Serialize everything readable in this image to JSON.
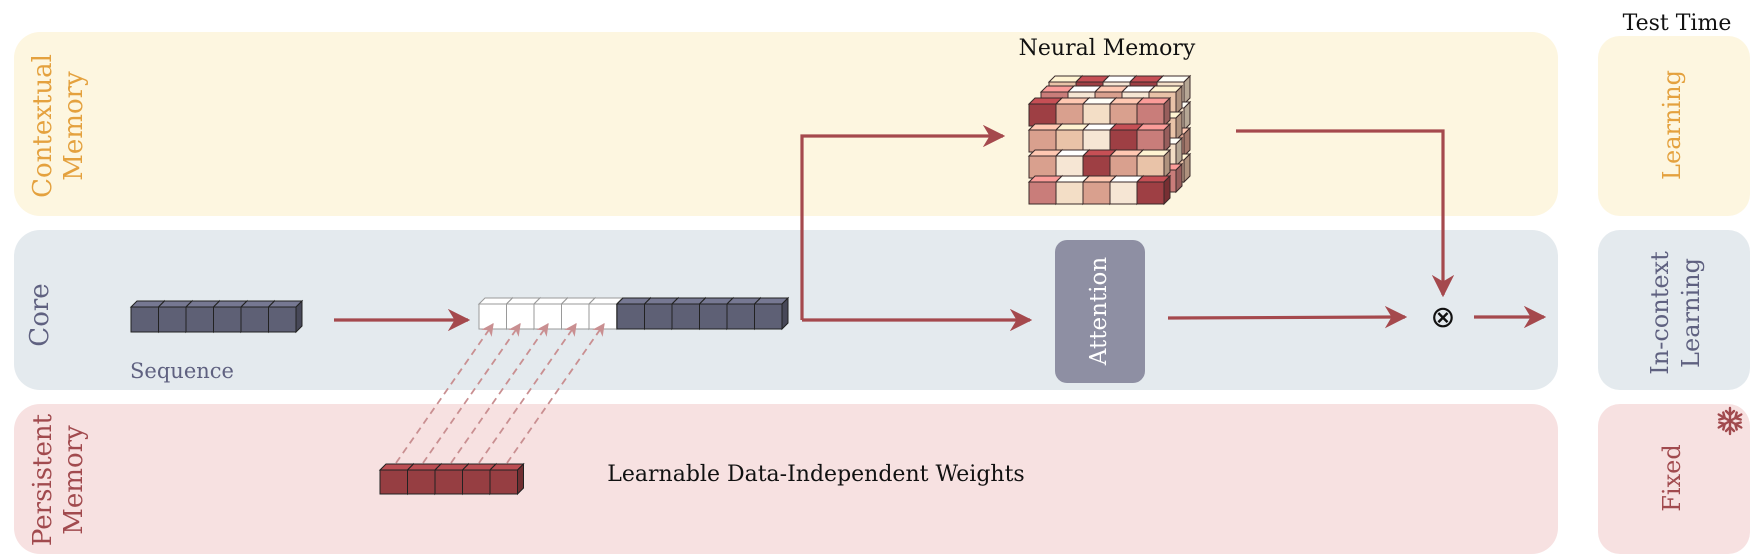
{
  "header": {
    "test_time": "Test Time"
  },
  "rows": {
    "contextual": {
      "label_line1": "Contextual",
      "label_line2": "Memory",
      "color": "#E4A13E",
      "bg": "#FDF6E0"
    },
    "core": {
      "label": "Core",
      "color": "#5F6180",
      "bg": "#E4EAEE"
    },
    "persistent": {
      "label_line1": "Persistent",
      "label_line2": "Memory",
      "color": "#A14A4E",
      "bg": "#F7E1E1"
    }
  },
  "right_column": {
    "learning": "Learning",
    "in_context_line1": "In-context",
    "in_context_line2": "Learning",
    "fixed": "Fixed"
  },
  "nodes": {
    "neural_memory": "Neural Memory",
    "attention": "Attention",
    "sequence": "Sequence",
    "weights": "Learnable Data-Independent Weights",
    "combine_symbol": "⊗"
  },
  "colors": {
    "arrow": "#A5494D",
    "seq_block": "#5E6075",
    "weight_block": "#963E42",
    "attention_box": "#8E8FA3"
  },
  "icons": {
    "freeze": "snowflake-icon"
  }
}
